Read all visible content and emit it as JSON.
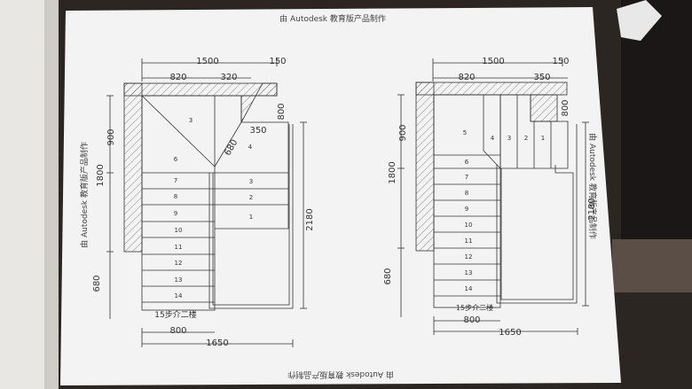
{
  "watermark_top": "由 Autodesk 教育版产品制作",
  "watermark_bottom": "由 Autodesk 教育版产品制作",
  "watermark_side": "由 Autodesk 教育版产品制作",
  "left_plan": {
    "dim_top_total": "1500",
    "dim_top_small": "150",
    "dim_top_a": "820",
    "dim_top_b": "320",
    "dim_top_right": "800",
    "dim_left_a": "900",
    "dim_left_b": "1800",
    "dim_left_c": "680",
    "dim_right": "2180",
    "dim_diag": "680",
    "dim_350": "350",
    "dim_bottom_a": "800",
    "dim_bottom_total": "1650",
    "caption": "15步介二楼",
    "steps_left": [
      "6",
      "7",
      "8",
      "9",
      "10",
      "11",
      "12",
      "13",
      "14"
    ],
    "steps_right": [
      "3",
      "2",
      "1"
    ],
    "step_top": "3",
    "step_mid": "4"
  },
  "right_plan": {
    "dim_top_total": "1500",
    "dim_top_small": "150",
    "dim_top_a": "820",
    "dim_top_b": "350",
    "dim_top_right": "800",
    "dim_left_a": "900",
    "dim_left_b": "1800",
    "dim_left_c": "680",
    "dim_right": "2180",
    "dim_bottom_a": "800",
    "dim_bottom_total": "1650",
    "caption": "15步介二楼",
    "steps_top": [
      "5",
      "4",
      "3",
      "2",
      "1"
    ],
    "steps_left": [
      "6",
      "7",
      "8",
      "9",
      "10",
      "11",
      "12",
      "13",
      "14"
    ]
  }
}
